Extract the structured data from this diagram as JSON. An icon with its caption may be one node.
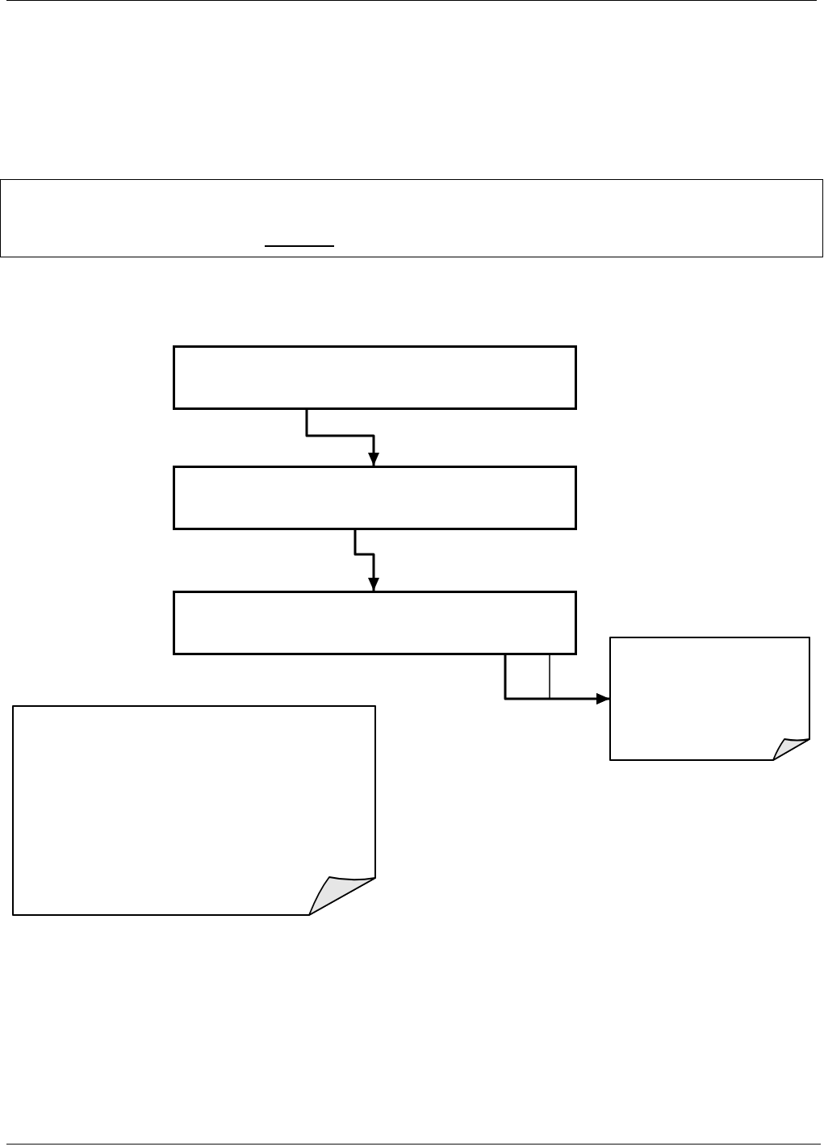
{
  "diagram": {
    "nodes": [
      {
        "text": [],
        "shape": "box"
      },
      {
        "text": [],
        "shape": "box"
      },
      {
        "text": [],
        "shape": "box"
      },
      {
        "text": [],
        "shape": "box"
      },
      {
        "text": [],
        "shape": "note"
      },
      {
        "text": [],
        "shape": "note"
      }
    ],
    "edges": [
      {
        "from": 1,
        "to": 2,
        "arrow": "to"
      },
      {
        "from": 2,
        "to": 3,
        "arrow": "to"
      },
      {
        "from": 3,
        "to": 4,
        "arrow": "to"
      },
      {
        "from": 3,
        "to": 4,
        "arrow": "to"
      }
    ]
  }
}
